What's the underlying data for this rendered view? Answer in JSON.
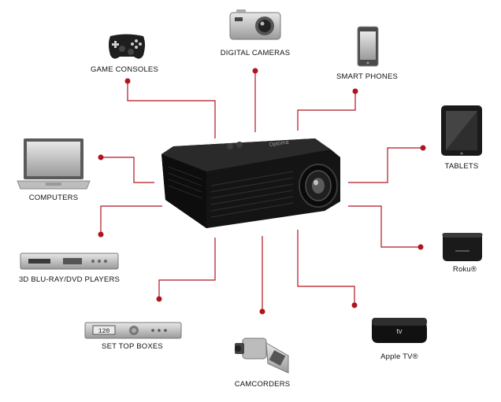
{
  "colors": {
    "connector": "#b0141f",
    "device_dark": "#1a1a1a",
    "device_silver": "#c8c8c8"
  },
  "projector": {
    "icon": "projector-icon",
    "brand": "Optoma"
  },
  "devices": [
    {
      "key": "game-consoles",
      "label": "GAME CONSOLES",
      "icon": "gamepad-icon"
    },
    {
      "key": "digital-cameras",
      "label": "DIGITAL CAMERAS",
      "icon": "camera-icon"
    },
    {
      "key": "smart-phones",
      "label": "SMART PHONES",
      "icon": "smartphone-icon"
    },
    {
      "key": "tablets",
      "label": "TABLETS",
      "icon": "tablet-icon"
    },
    {
      "key": "computers",
      "label": "COMPUTERS",
      "icon": "laptop-icon"
    },
    {
      "key": "roku",
      "label": "Roku®",
      "icon": "roku-box-icon"
    },
    {
      "key": "bluray",
      "label": "3D BLU-RAY/DVD PLAYERS",
      "icon": "bluray-player-icon"
    },
    {
      "key": "apple-tv",
      "label": "Apple TV®",
      "icon": "apple-tv-icon"
    },
    {
      "key": "set-top-boxes",
      "label": "SET TOP BOXES",
      "icon": "set-top-box-icon",
      "display": "120"
    },
    {
      "key": "camcorders",
      "label": "CAMCORDERS",
      "icon": "camcorder-icon"
    }
  ]
}
